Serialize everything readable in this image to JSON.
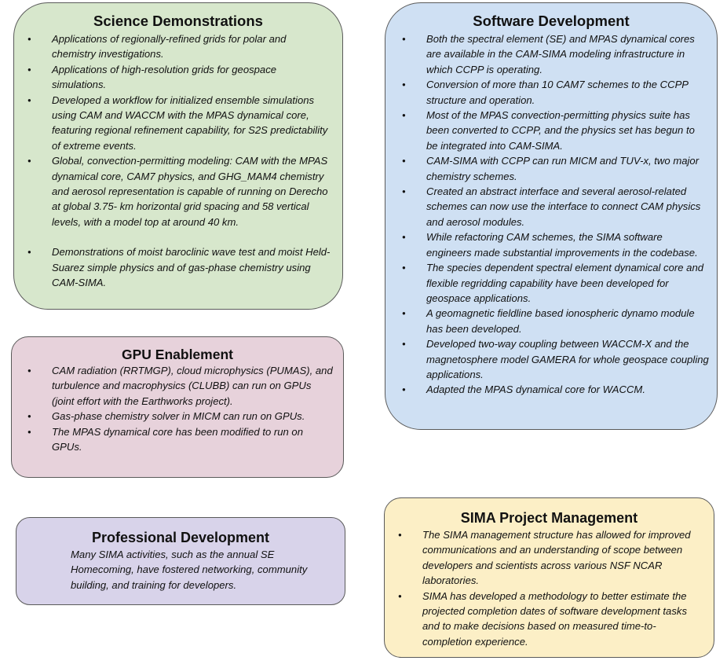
{
  "science": {
    "title": "Science Demonstrations",
    "items": [
      "Applications of regionally-refined grids for polar and chemistry investigations.",
      "Applications of high-resolution grids for geospace simulations.",
      "Developed a workflow for initialized ensemble simulations using CAM and WACCM with the MPAS dynamical core, featuring regional refinement capability, for S2S predictability of extreme events.",
      "Global, convection-permitting modeling: CAM with the MPAS dynamical core, CAM7 physics, and GHG_MAM4 chemistry and aerosol representation is capable of running on Derecho at global 3.75- km horizontal grid spacing and 58 vertical levels, with a model top at around 40 km.",
      "Demonstrations of moist baroclinic wave test and moist Held-Suarez simple physics and of gas-phase chemistry using CAM-SIMA."
    ]
  },
  "software": {
    "title": "Software Development",
    "items": [
      "Both the spectral element (SE) and MPAS dynamical cores are available in the CAM-SIMA modeling infrastructure in which CCPP is operating.",
      "Conversion of more than 10 CAM7 schemes to the CCPP structure and operation.",
      "Most of the MPAS convection-permitting physics suite has been converted to CCPP, and the physics set has begun to be integrated into CAM-SIMA.",
      "CAM-SIMA with CCPP can run MICM and TUV-x, two major chemistry schemes.",
      "Created an abstract interface and several aerosol-related schemes can now use the interface to connect CAM physics and aerosol modules.",
      "While refactoring CAM schemes, the SIMA software engineers made substantial improvements in the codebase.",
      "The species dependent spectral element dynamical core and flexible regridding capability have been developed for geospace applications.",
      "A geomagnetic fieldline based ionospheric dynamo module has been developed.",
      "Developed two-way coupling between WACCM-X and the magnetosphere model GAMERA for whole geospace coupling applications.",
      "Adapted the MPAS dynamical core for WACCM."
    ]
  },
  "gpu": {
    "title": "GPU Enablement",
    "items": [
      "CAM radiation (RRTMGP), cloud microphysics (PUMAS), and turbulence and macrophysics (CLUBB) can run on GPUs (joint effort with the Earthworks project).",
      "Gas-phase chemistry solver in MICM can run on GPUs.",
      "The MPAS dynamical core has been modified to run on GPUs."
    ]
  },
  "professional": {
    "title": "Professional Development",
    "text": "Many SIMA activities, such as the annual SE Homecoming, have fostered networking, community building, and training for developers."
  },
  "management": {
    "title": "SIMA Project Management",
    "items": [
      "The SIMA management structure has allowed for improved communications and an understanding of scope between developers and scientists across various NSF NCAR laboratories.",
      "SIMA has developed a methodology to better estimate the projected completion dates of software development tasks and to make decisions based on measured time-to-completion experience."
    ]
  },
  "colors": {
    "science_fill": "#d7e7cc",
    "software_fill": "#cfe0f3",
    "gpu_fill": "#e7d2db",
    "professional_fill": "#d8d3ea",
    "management_fill": "#fcefc6",
    "border": "#5a5a5a"
  }
}
